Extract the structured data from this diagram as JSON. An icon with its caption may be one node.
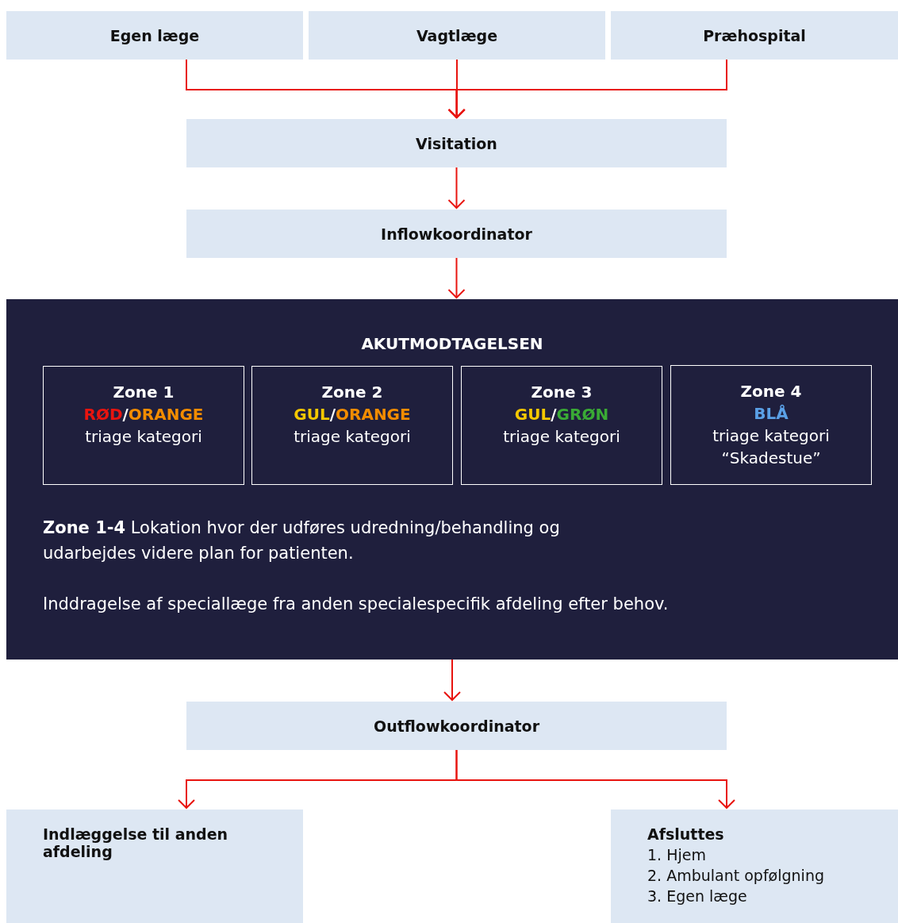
{
  "diagram": {
    "nodes": [
      {
        "text": [
          "Egen læge"
        ]
      },
      {
        "text": [
          "Vagtlæge"
        ]
      },
      {
        "text": [
          "Præhospital"
        ]
      },
      {
        "text": [
          "Visitation"
        ]
      },
      {
        "text": [
          "Inflowkoordinator"
        ]
      },
      {
        "text": [
          "AKUTMODTAGELSEN",
          "**Zone 1-4** Lokation hvor der udføres udredning/behandling og udarbejdes videre plan for patienten.",
          "Inddragelse af speciallæge fra anden specialespecifik afdeling efter behov."
        ]
      },
      {
        "text": [
          "Zone 1",
          "RØD/ORANGE",
          "triage kategori"
        ],
        "in": 5
      },
      {
        "text": [
          "Zone 2",
          "GUL/ORANGE",
          "triage kategori"
        ],
        "in": 5
      },
      {
        "text": [
          "Zone 3",
          "GUL/GRØN",
          "triage kategori"
        ],
        "in": 5
      },
      {
        "text": [
          "Zone 4",
          "BLÅ",
          "triage kategori",
          "“Skadestue”"
        ],
        "in": 5
      },
      {
        "text": [
          "Outflowkoordinator"
        ]
      },
      {
        "text": [
          "Indlæggelse til anden afdeling"
        ]
      },
      {
        "text": [
          "Afsluttes",
          "1. Hjem",
          "2. Ambulant opfølgning",
          "3. Egen læge"
        ]
      }
    ],
    "edges": [
      {
        "from": 0,
        "to": 3,
        "arrow": "to"
      },
      {
        "from": 1,
        "to": 3,
        "arrow": "to"
      },
      {
        "from": 2,
        "to": 3,
        "arrow": "to"
      },
      {
        "from": 3,
        "to": 4,
        "arrow": "to"
      },
      {
        "from": 4,
        "to": 5,
        "arrow": "to"
      },
      {
        "from": 5,
        "to": 10,
        "arrow": "to"
      },
      {
        "from": 10,
        "to": 11,
        "arrow": "to"
      },
      {
        "from": 10,
        "to": 12,
        "arrow": "to"
      }
    ]
  }
}
